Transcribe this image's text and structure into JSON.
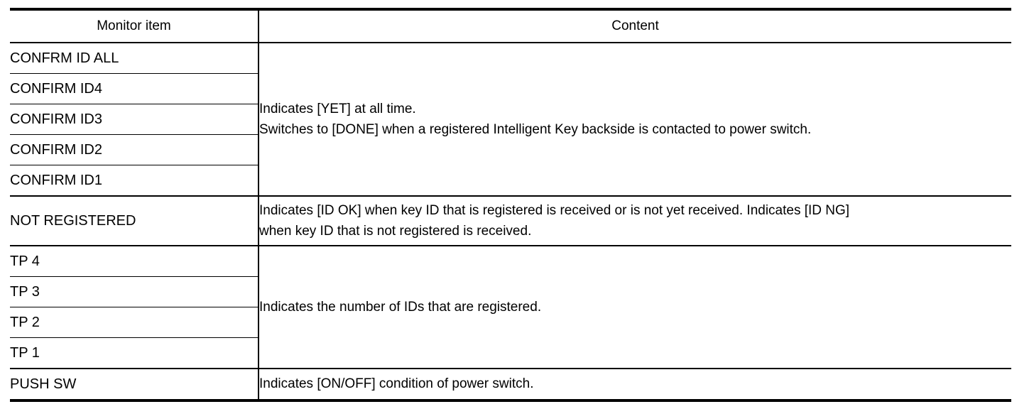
{
  "table": {
    "headers": {
      "item": "Monitor item",
      "content": "Content"
    },
    "groups": [
      {
        "items": [
          "CONFRM ID ALL",
          "CONFIRM ID4",
          "CONFIRM ID3",
          "CONFIRM ID2",
          "CONFIRM ID1"
        ],
        "content_lines": [
          "Indicates [YET] at all time.",
          "Switches to [DONE] when a registered Intelligent Key backside is contacted to power switch."
        ]
      },
      {
        "items": [
          "NOT REGISTERED"
        ],
        "content_lines": [
          "Indicates [ID OK] when key ID that is registered is received or is not yet received. Indicates [ID NG]",
          "when key ID that is not registered is received."
        ]
      },
      {
        "items": [
          "TP 4",
          "TP 3",
          "TP 2",
          "TP 1"
        ],
        "content_lines": [
          "Indicates the number of IDs that are registered."
        ]
      },
      {
        "items": [
          "PUSH SW"
        ],
        "content_lines": [
          "Indicates [ON/OFF] condition of power switch."
        ]
      }
    ]
  }
}
